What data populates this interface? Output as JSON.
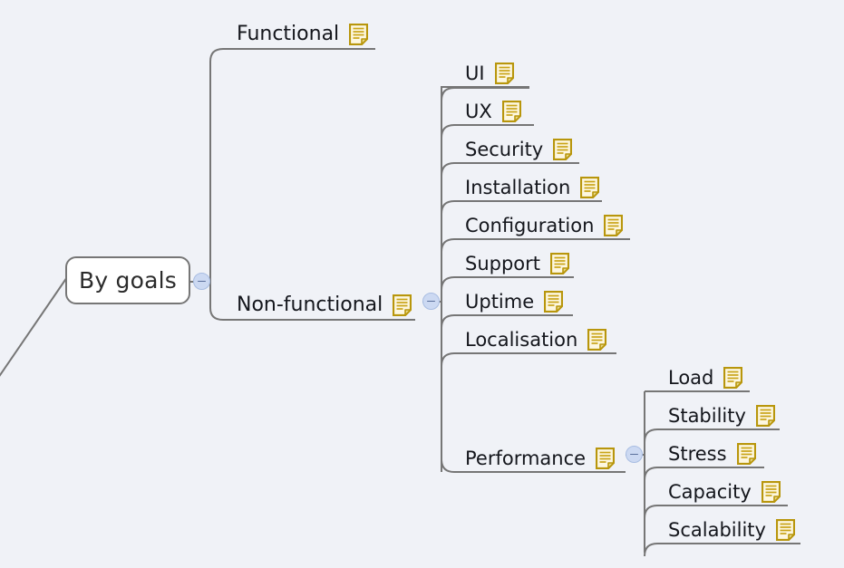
{
  "app": {
    "title": "Mind Map — By goals",
    "background_color": "#f0f2f7",
    "line_color": "#767676",
    "text_color": "#14161c",
    "note_icon_color": "#b8960c",
    "toggle_color": "#ccd9f2"
  },
  "root": {
    "label": "By goals",
    "has_toggle": true,
    "toggle_state": "expanded",
    "toggle_glyph": "minus"
  },
  "icons": {
    "note": "note-icon",
    "collapse": "collapse-toggle-icon"
  },
  "branches": {
    "functional": {
      "label": "Functional",
      "note": "note-icon",
      "has_toggle": false
    },
    "nonfunctional": {
      "label": "Non-functional",
      "note": "note-icon",
      "has_toggle": true,
      "toggle_state": "expanded",
      "children": [
        {
          "label": "UI",
          "note": "note-icon"
        },
        {
          "label": "UX",
          "note": "note-icon"
        },
        {
          "label": "Security",
          "note": "note-icon"
        },
        {
          "label": "Installation",
          "note": "note-icon"
        },
        {
          "label": "Configuration",
          "note": "note-icon"
        },
        {
          "label": "Support",
          "note": "note-icon"
        },
        {
          "label": "Uptime",
          "note": "note-icon"
        },
        {
          "label": "Localisation",
          "note": "note-icon"
        }
      ]
    },
    "performance": {
      "label": "Performance",
      "note": "note-icon",
      "has_toggle": true,
      "toggle_state": "expanded",
      "children": [
        {
          "label": "Load",
          "note": "note-icon"
        },
        {
          "label": "Stability",
          "note": "note-icon"
        },
        {
          "label": "Stress",
          "note": "note-icon"
        },
        {
          "label": "Capacity",
          "note": "note-icon"
        },
        {
          "label": "Scalability",
          "note": "note-icon"
        }
      ]
    }
  }
}
